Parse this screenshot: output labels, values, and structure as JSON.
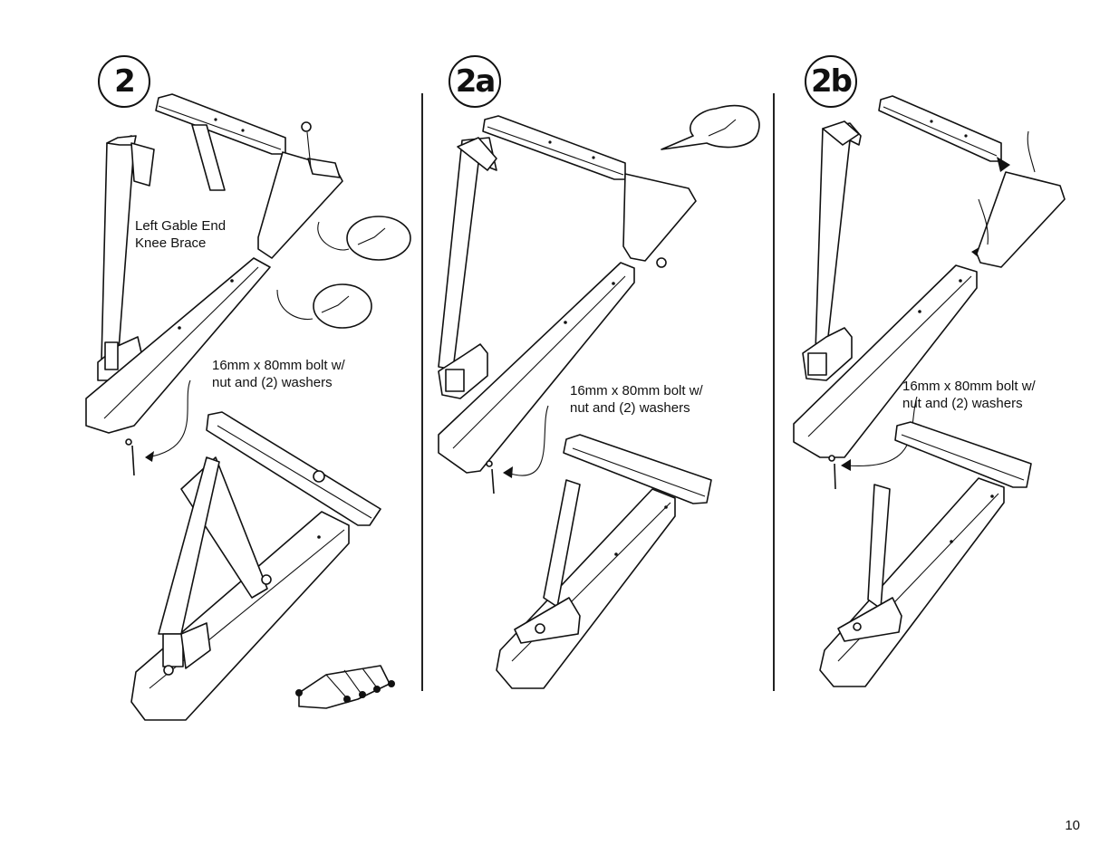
{
  "steps": [
    {
      "id": "2",
      "label": "2",
      "callouts": {
        "part_label": "Left Gable End\nKnee Brace",
        "bolt_label": "16mm x 80mm bolt w/\nnut and (2) washers"
      }
    },
    {
      "id": "2a",
      "label": "2a",
      "callouts": {
        "bolt_label": "16mm x 80mm bolt w/\nnut and (2) washers"
      }
    },
    {
      "id": "2b",
      "label": "2b",
      "callouts": {
        "bolt_label": "16mm x 80mm bolt w/\nnut and (2) washers"
      }
    }
  ],
  "page_number": "10",
  "icons": [
    "wrench-hand-icon",
    "bolt-icon",
    "eye-bolt-icon",
    "shed-frame-locator-icon"
  ]
}
